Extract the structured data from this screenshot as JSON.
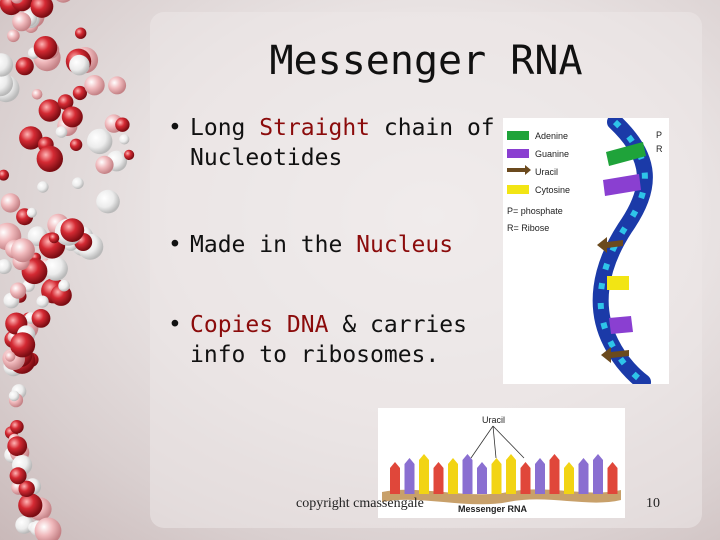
{
  "slide": {
    "title": "Messenger RNA",
    "bullets": [
      {
        "parts": [
          "Long ",
          "Straight",
          " chain of Nucleotides"
        ]
      },
      {
        "parts": [
          "Made in the ",
          "Nucleus"
        ]
      },
      {
        "parts": [
          "Copies DNA",
          " & carries info to ribosomes."
        ]
      }
    ],
    "footer": "copyright cmassengale",
    "page_number": "10"
  },
  "rna_figure": {
    "legend": [
      "Adenine",
      "Guanine",
      "Uracil",
      "Cytosine",
      "P= phosphate",
      "R= Ribose"
    ],
    "side_labels": [
      "P",
      "R"
    ],
    "colors": {
      "adenine": "#1fa33a",
      "guanine": "#8a3fd1",
      "uracil": "#6b4a1e",
      "cytosine": "#f2e514",
      "backbone": "#1b3aa8",
      "phosphate": "#2ec4e8"
    }
  },
  "strip_figure": {
    "label_top": "Uracil",
    "label_bottom": "Messenger RNA"
  },
  "colors": {
    "highlight": "#8b0b0b",
    "bead_red": "#c0202a",
    "bead_pink": "#e89a9e"
  }
}
